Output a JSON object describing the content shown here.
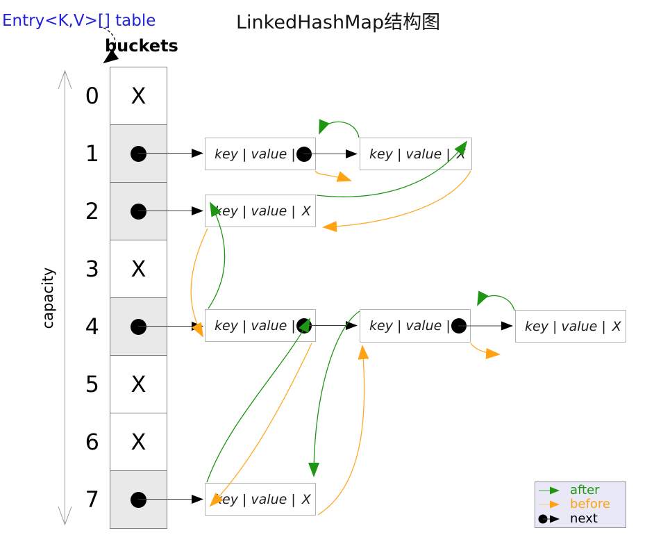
{
  "title": "LinkedHashMap结构图",
  "annotations": {
    "table_label": "Entry<K,V>[] table",
    "buckets_label": "buckets",
    "capacity_label": "capacity"
  },
  "array": {
    "rows": [
      {
        "index": "0",
        "value": "X"
      },
      {
        "index": "1",
        "value": "●"
      },
      {
        "index": "2",
        "value": "●"
      },
      {
        "index": "3",
        "value": "X"
      },
      {
        "index": "4",
        "value": "●"
      },
      {
        "index": "5",
        "value": "X"
      },
      {
        "index": "6",
        "value": "X"
      },
      {
        "index": "7",
        "value": "●"
      }
    ]
  },
  "nodes": {
    "n11": {
      "bucket": "1",
      "text": "key | value |",
      "tail": "●"
    },
    "n12": {
      "bucket": "1",
      "text": "key | value |",
      "tail": "X"
    },
    "n21": {
      "bucket": "2",
      "text": "key | value |",
      "tail": "X"
    },
    "n41": {
      "bucket": "4",
      "text": "key | value |",
      "tail": "●"
    },
    "n42": {
      "bucket": "4",
      "text": "key | value |",
      "tail": "●"
    },
    "n43": {
      "bucket": "4",
      "text": "key | value |",
      "tail": "X"
    },
    "n71": {
      "bucket": "7",
      "text": "key | value |",
      "tail": "X"
    }
  },
  "legend": {
    "items": [
      {
        "label": "after",
        "color": "#1E9614"
      },
      {
        "label": "before",
        "color": "#FFA214"
      },
      {
        "label": "next",
        "color": "#000000"
      }
    ]
  },
  "colors": {
    "after_green": "#1E9614",
    "before_orange": "#FFA929",
    "next_black": "#000000",
    "bucket_fill": "#E9E9E9",
    "legend_bg": "#E8E8F6",
    "table_label_blue": "#2222DD"
  }
}
